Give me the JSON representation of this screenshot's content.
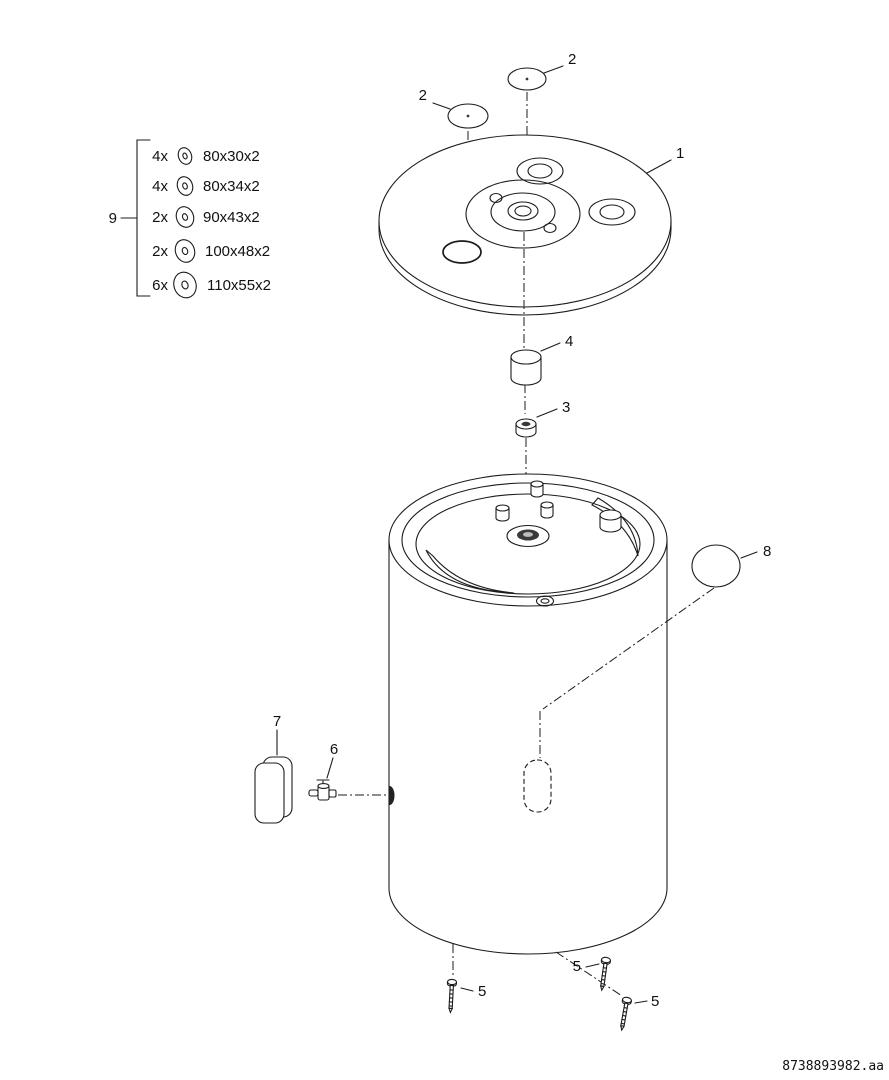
{
  "doc_id": "8738893982.aa",
  "callouts": {
    "c1": "1",
    "c2_left": "2",
    "c2_right": "2",
    "c3": "3",
    "c4": "4",
    "c5_a": "5",
    "c5_b": "5",
    "c5_c": "5",
    "c6": "6",
    "c7": "7",
    "c8": "8",
    "c9": "9"
  },
  "legend": {
    "items": [
      {
        "qty": "4x",
        "size": "80x30x2"
      },
      {
        "qty": "4x",
        "size": "80x34x2"
      },
      {
        "qty": "2x",
        "size": "90x43x2"
      },
      {
        "qty": "2x",
        "size": "100x48x2"
      },
      {
        "qty": "6x",
        "size": "110x55x2"
      }
    ]
  }
}
